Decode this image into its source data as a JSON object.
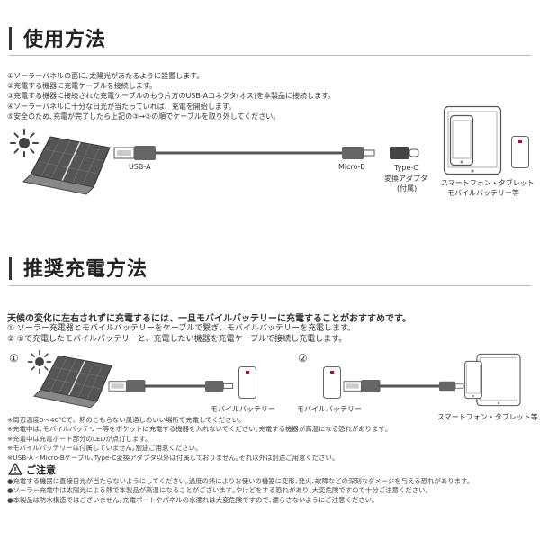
{
  "section1": {
    "title": "使用方法",
    "steps": [
      "①ソーラーパネルの面に､太陽光があたるように設置します。",
      "②充電する機器に充電ケーブルを接続します。",
      "③充電する機器に接続された充電ケーブルのもう片方のUSB-Aコネクタ(オス)を本製品に接続します。",
      "④ソーラーパネルに十分な日光が当たっていれば、充電を開始します。",
      "⑤安全のため､充電が完了したら上記の③→②の順でケーブルを取り外してください。"
    ],
    "labels": {
      "usb_a": "USB-A",
      "micro_b": "Micro-B",
      "type_c_1": "Type-C",
      "type_c_2": "変換アダプタ",
      "type_c_3": "(付属)",
      "devices_1": "スマートフォン・タブレット",
      "devices_2": "モバイルバッテリー等"
    }
  },
  "section2": {
    "title": "推奨充電方法",
    "lead": "天候の変化に左右されずに充電するには、一旦モバイルバッテリーに充電することがおすすめです。",
    "steps": [
      "① ソーラー充電器とモバイルバッテリーをケーブルで繋ぎ、モバイルバッテリーを充電します。",
      "② ①で充電したモバイルバッテリーと、充電したい機器を充電ケーブルで接続し充電します。"
    ],
    "step_marks": [
      "①",
      "②"
    ],
    "labels": {
      "battery_1": "モバイルバッテリー",
      "battery_2": "モバイルバッテリー",
      "devices": "スマートフォン・タブレット等"
    },
    "notes": [
      {
        "text": "※周辺温度0～40℃で、熱のこもらない風通しのいい場所で充電してください。",
        "red": false
      },
      {
        "text": "※充電中は､モバイルバッテリー等をポケットに充電する機器を入れないでください｡充電する機器が高温になる恐れがあります｡",
        "red": true
      },
      {
        "text": "※充電中は充電ポート部分のLEDが点灯します。",
        "red": false
      },
      {
        "text": "※モバイルバッテリーは付属していません｡別途ご用意ください。",
        "red": false
      },
      {
        "text": "※USB-A - Micro-Bケーブル､Type-C変換アダプタ以外は付属しておりません｡それ以外は別途ご用意ください。",
        "red": false
      }
    ]
  },
  "caution": {
    "title": "ご注意",
    "items": [
      "●充電する機器に直接日光が当たらないようにしてください｡過度の熱によりお使いの機器に変形､発火､故障などの深刻なダメージを与える恐れがあります。",
      "●ソーラー充電中は太陽光による熱で本製品が高温になることがございます｡やけどをする恐れがあり､大変危険ですので十分ご注意ください。",
      "●本製品は防水構造ではございません｡充電ポートやパネルの水濡れは大変危険ですので､濡らさないようにご注意ください。"
    ]
  },
  "colors": {
    "text": "#333333",
    "accent_red": "#d0021b",
    "rule": "#bbbbbb",
    "sun": "#f2a900"
  },
  "icons": [
    "sun-icon",
    "solar-panel-icon",
    "usb-a-plug-icon",
    "micro-b-plug-icon",
    "type-c-adapter-icon",
    "smartphone-icon",
    "tablet-icon",
    "mobile-battery-icon",
    "warning-icon"
  ]
}
